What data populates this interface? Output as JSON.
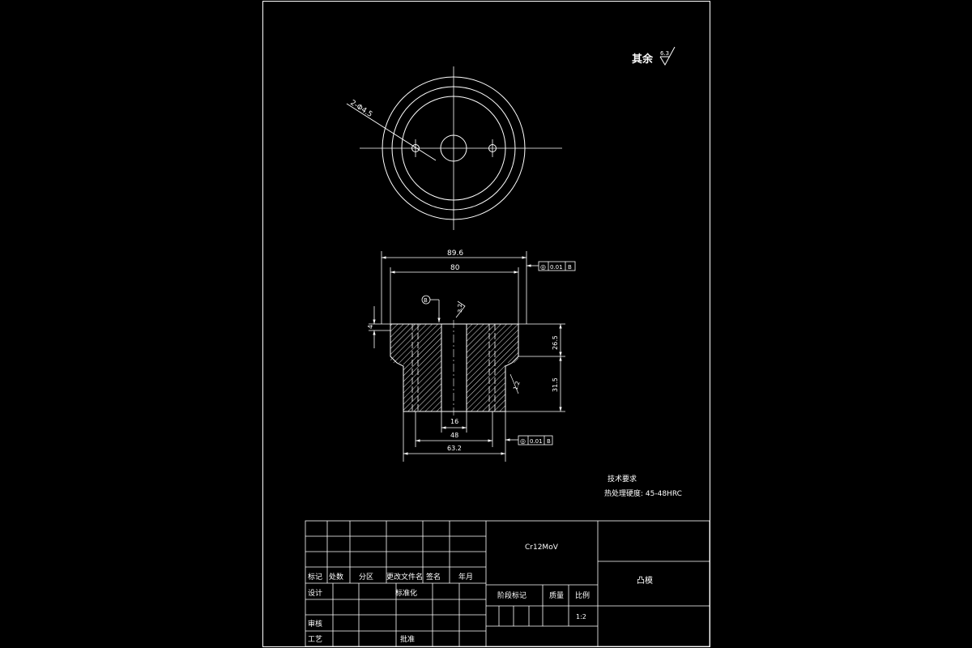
{
  "roughness_note": {
    "label": "其余",
    "value": "6.3"
  },
  "top_view": {
    "hole_note": "2-Φ4.5"
  },
  "section_view": {
    "dims": {
      "overall_top_width": "89.6",
      "inner_top_width": "80",
      "flange_height": "4",
      "right_upper_height": "26.5",
      "right_lower_height": "31.5",
      "bore_small": "16",
      "bore_mid": "48",
      "bottom_width": "63.2",
      "side_small": "1.2"
    },
    "datum_callout": "B",
    "roughness_mark": "3.2",
    "tolerance_top": {
      "symbol": "◎",
      "value": "0.01",
      "datum": "B"
    },
    "tolerance_bottom": {
      "symbol": "◎",
      "value": "0.01",
      "datum": "B"
    }
  },
  "tech_requirements": {
    "heading": "技术要求",
    "line1": "热处理硬度: 45-48HRC"
  },
  "title_block": {
    "material": "Cr12MoV",
    "part_name": "凸模",
    "scale_value": "1:2",
    "labels": {
      "mark": "标记",
      "count": "处数",
      "zone": "分区",
      "change_doc": "更改文件名",
      "signature": "签名",
      "date": "年月",
      "design": "设计",
      "standardization": "标准化",
      "stage_mark": "阶段标记",
      "weight": "质量",
      "scale": "比例",
      "review": "审核",
      "process": "工艺",
      "approve": "批准"
    }
  }
}
